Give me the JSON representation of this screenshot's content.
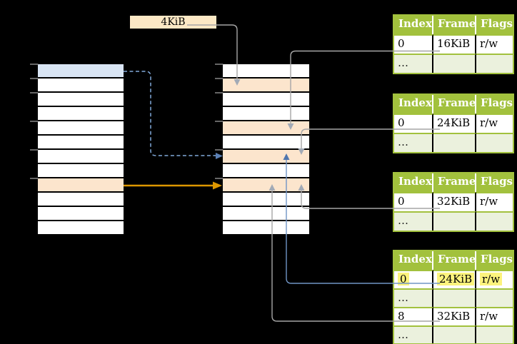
{
  "page_size_label": "4KiB",
  "virtual_memory_column": {
    "rows": 12,
    "blue_row_index": 0,
    "orange_row_index": 8
  },
  "level2_column": {
    "rows": 12,
    "orange_row_indexes": [
      1,
      4,
      6,
      8
    ]
  },
  "page_tables": [
    {
      "name": "page-table-16kib",
      "headers": [
        "Index",
        "Frame",
        "Flags"
      ],
      "rows": [
        [
          "0",
          "16KiB",
          "r/w"
        ],
        [
          "…",
          "",
          ""
        ]
      ]
    },
    {
      "name": "page-table-24kib",
      "headers": [
        "Index",
        "Frame",
        "Flags"
      ],
      "rows": [
        [
          "0",
          "24KiB",
          "r/w"
        ],
        [
          "…",
          "",
          ""
        ]
      ]
    },
    {
      "name": "page-table-32kib",
      "headers": [
        "Index",
        "Frame",
        "Flags"
      ],
      "rows": [
        [
          "0",
          "32KiB",
          "r/w"
        ],
        [
          "…",
          "",
          ""
        ]
      ]
    },
    {
      "name": "page-table-mixed",
      "headers": [
        "Index",
        "Frame",
        "Flags"
      ],
      "rows": [
        [
          "0",
          "24KiB",
          "r/w"
        ],
        [
          "…",
          "",
          ""
        ],
        [
          "8",
          "32KiB",
          "r/w"
        ],
        [
          "…",
          "",
          ""
        ]
      ],
      "highlighted_row_index": 0
    }
  ],
  "connections": [
    {
      "from": "page-size-label",
      "to": "middle-row-1",
      "style": "gray"
    },
    {
      "from": "page-table-16kib-row-0",
      "to": "middle-row-4",
      "style": "gray"
    },
    {
      "from": "page-table-24kib-row-0",
      "to": "middle-row-6",
      "style": "gray"
    },
    {
      "from": "page-table-32kib-row-0",
      "to": "middle-row-8",
      "style": "gray"
    },
    {
      "from": "page-table-mixed-row-0",
      "to": "middle-row-6",
      "style": "blue"
    },
    {
      "from": "page-table-mixed-row-8",
      "to": "middle-row-8",
      "style": "gray"
    },
    {
      "from": "left-row-0",
      "to": "middle-row-6",
      "style": "blue-dashed"
    },
    {
      "from": "left-row-8",
      "to": "middle-row-8",
      "style": "orange"
    }
  ],
  "colors": {
    "background": "#000000",
    "header_green": "#a2c13d",
    "row_light_green": "#ebf1dd",
    "row_orange": "#fce5cd",
    "row_blue": "#d9e5f4",
    "highlight_yellow": "#fcf37d",
    "label_box_beige": "#fce8c5",
    "arrow_gray": "#a6a6a6",
    "arrow_blue": "#7095c6",
    "arrow_blue_dashed": "#81a9d9",
    "arrow_orange": "#dd9700"
  }
}
